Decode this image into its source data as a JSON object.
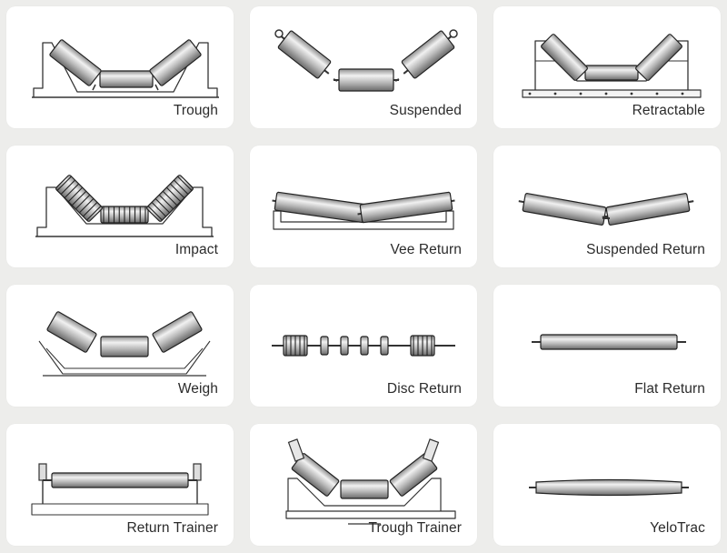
{
  "cards": [
    {
      "label": "Trough",
      "icon": "trough-idler-icon"
    },
    {
      "label": "Suspended",
      "icon": "suspended-idler-icon"
    },
    {
      "label": "Retractable",
      "icon": "retractable-idler-icon"
    },
    {
      "label": "Impact",
      "icon": "impact-idler-icon"
    },
    {
      "label": "Vee Return",
      "icon": "vee-return-idler-icon"
    },
    {
      "label": "Suspended Return",
      "icon": "suspended-return-idler-icon"
    },
    {
      "label": "Weigh",
      "icon": "weigh-idler-icon"
    },
    {
      "label": "Disc Return",
      "icon": "disc-return-idler-icon"
    },
    {
      "label": "Flat Return",
      "icon": "flat-return-idler-icon"
    },
    {
      "label": "Return Trainer",
      "icon": "return-trainer-idler-icon"
    },
    {
      "label": "Trough Trainer",
      "icon": "trough-trainer-idler-icon"
    },
    {
      "label": "YeloTrac",
      "icon": "yelotrac-idler-icon"
    }
  ]
}
